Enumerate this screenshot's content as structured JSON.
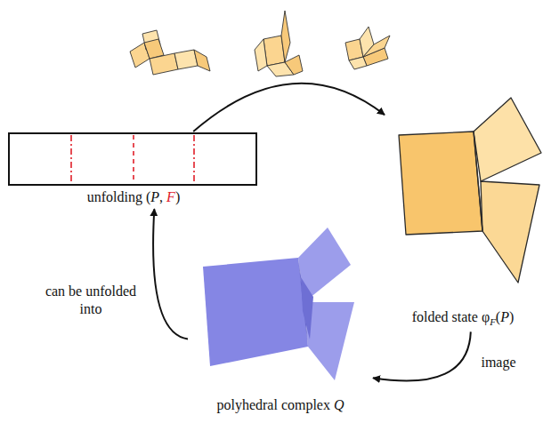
{
  "diagram": {
    "nodes": [
      {
        "text": [
          "unfolding (P, F)"
        ]
      },
      {
        "text": [
          "folded state φF(P)"
        ]
      },
      {
        "text": [
          "polyhedral complex Q"
        ]
      }
    ],
    "edges": [
      {
        "from": 0,
        "to": 1,
        "arrow": "to"
      },
      {
        "from": 1,
        "to": 2,
        "arrow": "to",
        "label": "image"
      },
      {
        "from": 2,
        "to": 0,
        "arrow": "to",
        "label": "can be unfolded into"
      }
    ]
  }
}
